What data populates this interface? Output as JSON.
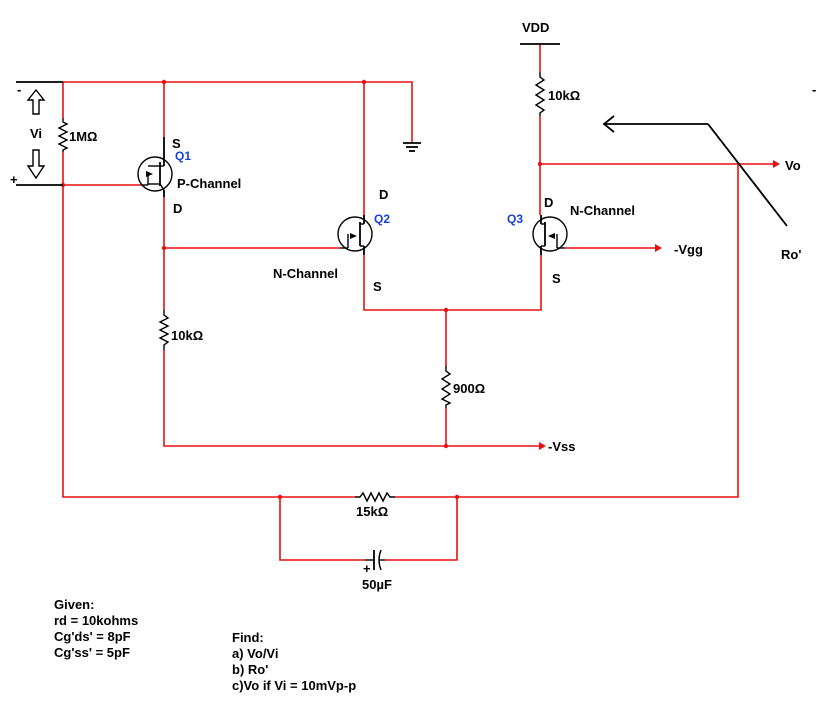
{
  "labels": {
    "vdd": "VDD",
    "vi": "Vi",
    "vi_minus": "-",
    "vi_plus": "+",
    "corner_dash": "-",
    "r_1m": "1MΩ",
    "r_vdd": "10kΩ",
    "r_q1s": "10kΩ",
    "r_900": "900Ω",
    "r_15k": "15kΩ",
    "c_50u": "50µF",
    "vo": "Vo",
    "ro": "Ro'",
    "vgg": "-Vgg",
    "vss": "-Vss",
    "q1_name": "Q1",
    "q2_name": "Q2",
    "q3_name": "Q3",
    "q1_type": "P-Channel",
    "q2_type": "N-Channel",
    "q3_type": "N-Channel",
    "q1_s": "S",
    "q1_d": "D",
    "q2_d": "D",
    "q2_s": "S",
    "q3_d": "D",
    "q3_s": "S",
    "cap_plus": "+"
  },
  "given": {
    "title": "Given:",
    "rd": "rd = 10kohms",
    "cgd": "Cg'ds' = 8pF",
    "cgs": "Cg'ss' = 5pF"
  },
  "find": {
    "title": "Find:",
    "a": "a) Vo/Vi",
    "b": "b) Ro'",
    "c": "c)Vo if Vi = 10mVp-p"
  },
  "colors": {
    "wire": "#e81010",
    "component": "#000000",
    "transistor_label": "#1a3fd6"
  }
}
